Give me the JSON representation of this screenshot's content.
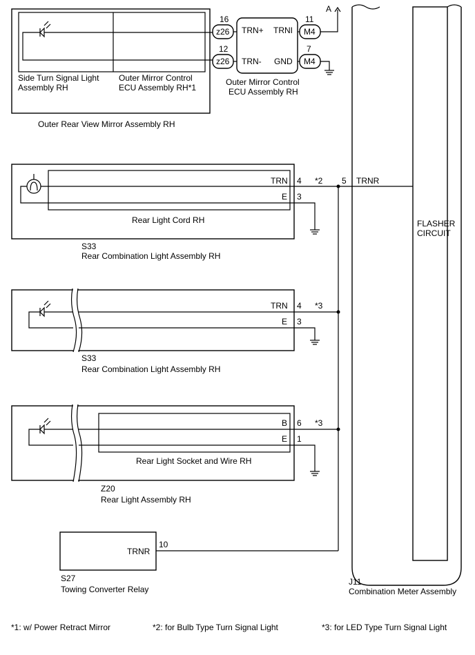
{
  "connector_a": "A",
  "mirror": {
    "assembly_label": "Outer Rear View Mirror Assembly RH",
    "turn_light_label_1": "Side Turn Signal Light",
    "turn_light_label_2": "Assembly RH",
    "ctrl_label_1": "Outer Mirror Control",
    "ctrl_label_2": "ECU Assembly RH*1",
    "pin_16": "16",
    "pin_12": "12",
    "conn_z26_a": "z26",
    "conn_z26_b": "z26"
  },
  "ecu": {
    "label_1": "Outer Mirror Control",
    "label_2": "ECU Assembly RH",
    "trn_plus": "TRN+",
    "trn_minus": "TRN-",
    "trni": "TRNI",
    "gnd": "GND",
    "pin_11": "11",
    "pin_7": "7",
    "conn_m4_a": "M4",
    "conn_m4_b": "M4"
  },
  "rcl1": {
    "cord_label": "Rear Light Cord RH",
    "code": "S33",
    "label": "Rear Combination Light Assembly RH",
    "trn": "TRN",
    "e": "E",
    "pin_4": "4",
    "pin_3": "3",
    "note": "*2"
  },
  "rcl2": {
    "code": "S33",
    "label": "Rear Combination Light Assembly RH",
    "trn": "TRN",
    "e": "E",
    "pin_4": "4",
    "pin_3": "3",
    "note": "*3"
  },
  "rla": {
    "socket_label": "Rear Light Socket and Wire RH",
    "code": "Z20",
    "label": "Rear Light Assembly RH",
    "b": "B",
    "e": "E",
    "pin_6": "6",
    "pin_1": "1",
    "note": "*3"
  },
  "relay": {
    "trnr": "TRNR",
    "pin_10": "10",
    "code": "S27",
    "label": "Towing Converter Relay"
  },
  "meter": {
    "pin_5": "5",
    "trnr": "TRNR",
    "flasher_1": "FLASHER",
    "flasher_2": "CIRCUIT",
    "code": "J11",
    "label": "Combination Meter Assembly"
  },
  "footnotes": {
    "n1": "*1: w/ Power Retract Mirror",
    "n2": "*2: for Bulb Type Turn Signal Light",
    "n3": "*3: for LED Type Turn Signal Light"
  }
}
